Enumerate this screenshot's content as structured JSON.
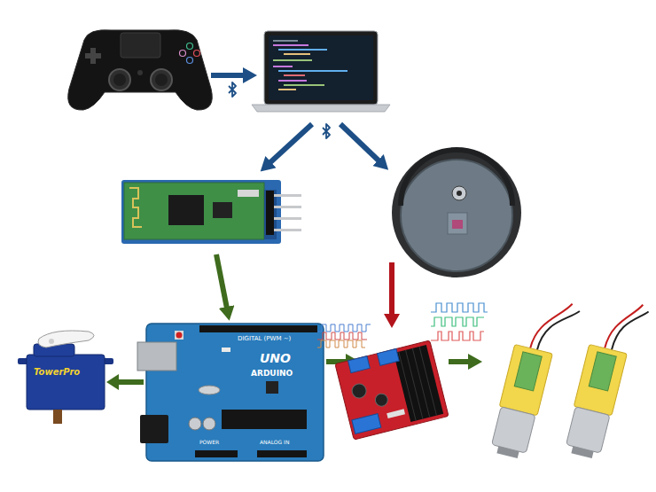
{
  "diagram": {
    "nodes": [
      {
        "text": [
          "DIGITAL (PWM ~)",
          "UNO",
          "ARDUINO",
          "POWER",
          "ANALOG IN"
        ]
      },
      {
        "text": [
          "TowerPro"
        ]
      }
    ],
    "edges": [
      {
        "from": 0,
        "to": 1,
        "arrow": "to"
      }
    ]
  }
}
